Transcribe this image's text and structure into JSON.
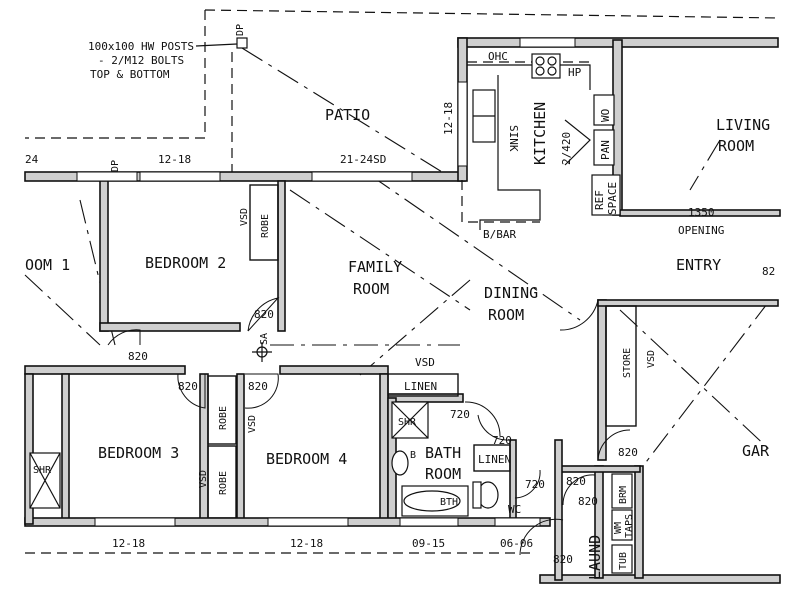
{
  "rooms": {
    "patio": "PATIO",
    "kitchen": "KITCHEN",
    "living_line1": "LIVING",
    "living_line2": "ROOM",
    "bedroom1_partial": "OOM 1",
    "bedroom2": "BEDROOM 2",
    "family_line1": "FAMILY",
    "family_line2": "ROOM",
    "dining_line1": "DINING",
    "dining_line2": "ROOM",
    "entry": "ENTRY",
    "bedroom3": "BEDROOM 3",
    "bedroom4": "BEDROOM 4",
    "bath_line1": "BATH",
    "bath_line2": "ROOM",
    "garage_partial": "GAR",
    "laundry": "LAUND"
  },
  "notes": {
    "posts_line1": "100x100 HW POSTS",
    "posts_line2": "- 2/M12 BOLTS",
    "posts_line3": "TOP & BOTTOM"
  },
  "labels": {
    "dp_top": "DP",
    "dp_left": "DP",
    "ohc": "OHC",
    "hp": "HP",
    "sink": "SINK",
    "wo": "WO",
    "pan": "PAN",
    "ref": "REF",
    "space": "SPACE",
    "bbar": "B/BAR",
    "opening": "OPENING",
    "robe_b2": "ROBE",
    "vsd_b2": "VSD",
    "sa": "SA",
    "vsd_hall": "VSD",
    "linen_hall": "LINEN",
    "robe_b3a": "ROBE",
    "robe_b3b": "ROBE",
    "vsd_b3": "VSD",
    "vsd_b4": "VSD",
    "shr_left": "SHR",
    "shr_bath": "SHR",
    "b_tap": "B",
    "bth": "BTH",
    "linen_bath": "LINEN",
    "wc": "WC",
    "store": "STORE",
    "vsd_store": "VSD",
    "brm": "BRM",
    "wm_taps": "WM",
    "taps": "TAPS",
    "tub": "TUB"
  },
  "dimensions": {
    "d_24": "24",
    "d_12_18_top": "12-18",
    "d_21_24sd": "21-24SD",
    "d_12_18_patio": "12-18",
    "d_2_420": "2/420",
    "d_1350": "1350",
    "d_820_b2": "820",
    "d_820_hall": "820",
    "d_820_b3": "820",
    "d_820_b4": "820",
    "d_720_bath": "720",
    "d_720_linen": "720",
    "d_720_wc": "720",
    "d_820_store": "820",
    "d_820_laund": "820",
    "d_820_laund2": "820",
    "d_820_bottom": "820",
    "d_82_entry": "82",
    "d_12_18_b3": "12-18",
    "d_12_18_b4": "12-18",
    "d_09_15": "09-15",
    "d_06_06": "06-06"
  }
}
